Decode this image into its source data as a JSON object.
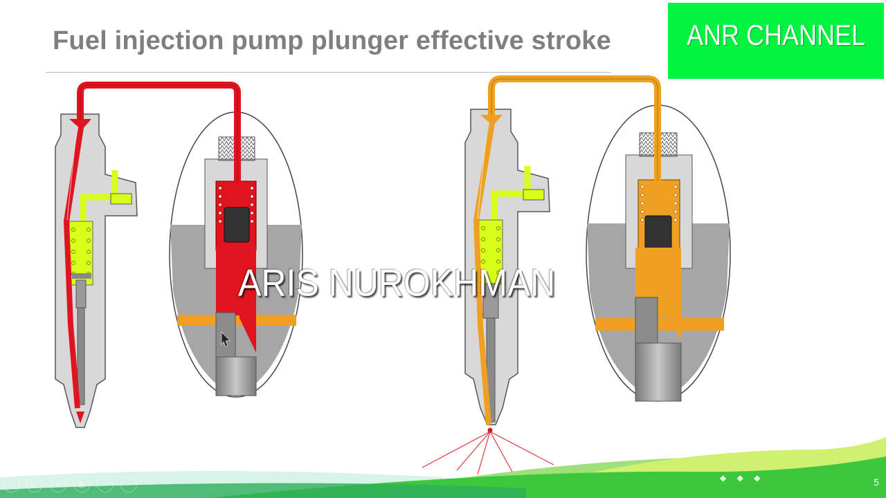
{
  "slide": {
    "title": "Fuel injection pump plunger effective stroke",
    "page_number": "5"
  },
  "overlays": {
    "channel_badge": "ANR CHANNEL",
    "watermark": "ARIS NUROKHMAN"
  },
  "colors": {
    "left_fuel": "#e0141e",
    "right_fuel": "#f0a020",
    "return_fuel": "#d8ff1a",
    "housing_fill": "#d8d8d8",
    "barrel_fill": "#a6a6a6",
    "badge_green": "#00f440",
    "footer_green": "#3cc83c"
  },
  "icons": {
    "nav_dots": "◆ ◆ ◆",
    "player_controls": [
      "prev-icon",
      "next-icon",
      "pen-icon",
      "slides-icon",
      "zoom-icon",
      "more-icon"
    ]
  }
}
